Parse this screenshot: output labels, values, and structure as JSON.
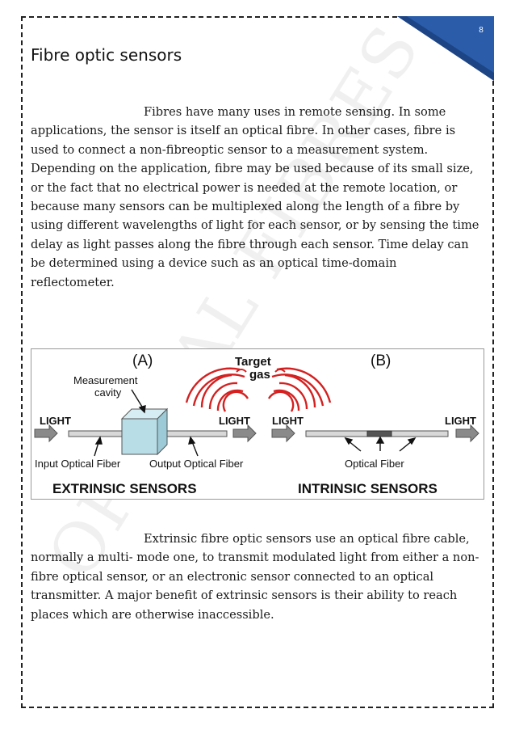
{
  "page_number": "8",
  "title": "Fibre optic sensors",
  "paragraphs": [
    "Fibres have many uses in remote sensing. In some applications, the sensor is itself an optical fibre. In other cases, fibre is used to connect a non-fibreoptic sensor to a measurement system. Depending on the application, fibre may be used because of its small size, or the fact that no electrical power is needed at the remote location, or because many sensors can be multiplexed along the length of a fibre by using different wavelengths of light for each sensor, or by sensing the time delay as light passes along the fibre through each sensor. Time delay can be determined using a device such as an optical time-domain reflectometer.",
    "Extrinsic fibre optic sensors use an optical fibre cable, normally a multi- mode one, to transmit modulated light from either a non-fibre optical sensor, or an electronic sensor connected to an optical transmitter. A major benefit of extrinsic sensors is their ability to reach places which are otherwise inaccessible."
  ],
  "watermark": "OPTICAL FIBRES",
  "figure": {
    "label_a": "(A)",
    "label_b": "(B)",
    "target": "Target",
    "gas": "gas",
    "measurement": "Measurement",
    "cavity": "cavity",
    "light": "LIGHT",
    "input_fiber": "Input Optical Fiber",
    "output_fiber": "Output Optical Fiber",
    "optical_fiber": "Optical Fiber",
    "extrinsic": "EXTRINSIC SENSORS",
    "intrinsic": "INTRINSIC SENSORS"
  },
  "colors": {
    "corner": "#2a5caa",
    "waves": "#d42020",
    "cube": "#b8dde6"
  }
}
